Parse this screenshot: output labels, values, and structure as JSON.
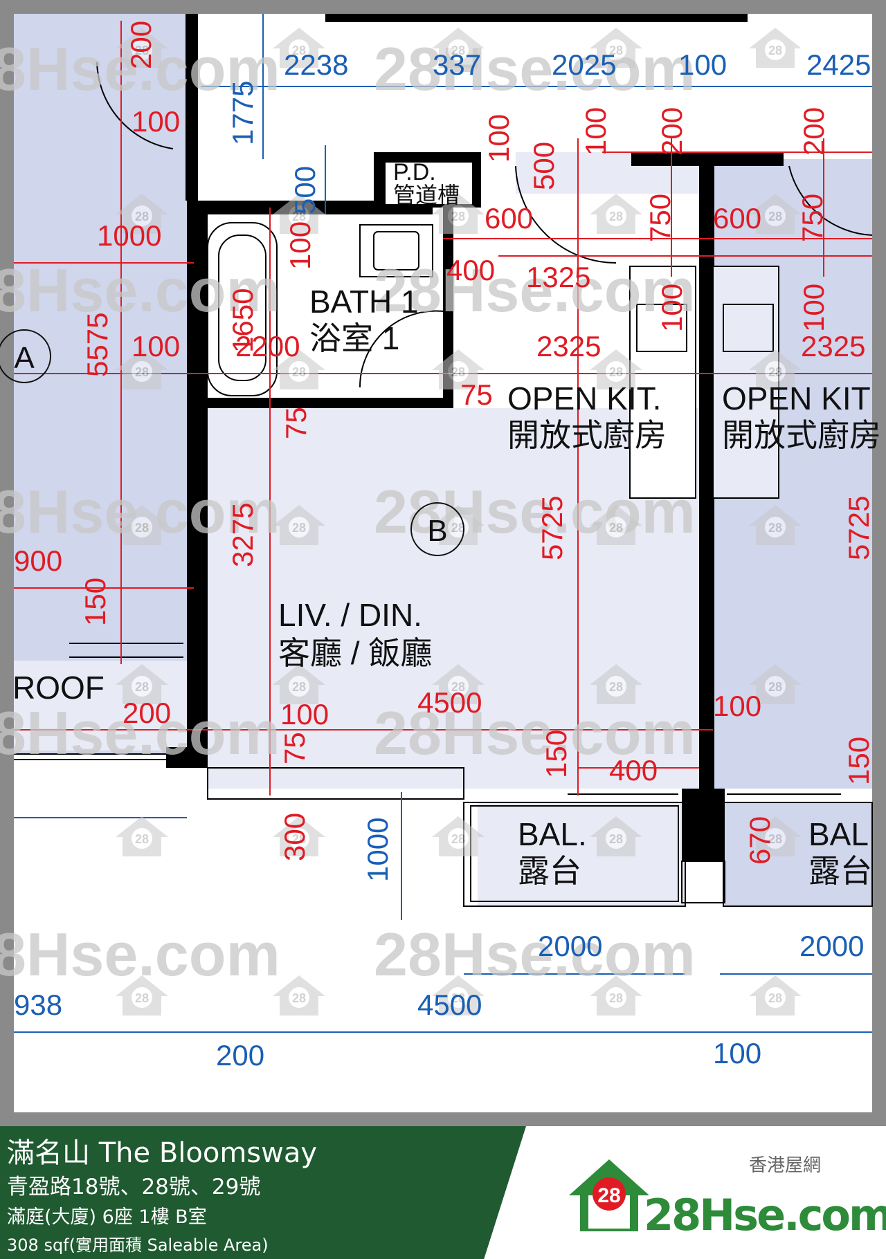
{
  "plan": {
    "colors": {
      "frame": "#8a8a8a",
      "paper": "#ffffff",
      "room_fill": "#e8eaf6",
      "neighbor_fill": "#d0d6ec",
      "wall": "#000000",
      "dim_red": "#e01b24",
      "dim_blue": "#1a5fb4",
      "watermark": "#c8c8c8"
    },
    "watermark_text": "28Hse.com",
    "watermark_icon": "28",
    "rooms": [
      {
        "id": "bath-1",
        "en": "BATH 1",
        "cn": "浴室 1"
      },
      {
        "id": "open-kit",
        "en": "OPEN KIT.",
        "cn": "開放式廚房"
      },
      {
        "id": "open-kit-right",
        "en": "OPEN KIT",
        "cn": "開放式廚房"
      },
      {
        "id": "liv-din",
        "en": "LIV. / DIN.",
        "cn": "客廳 / 飯廳"
      },
      {
        "id": "bal",
        "en": "BAL.",
        "cn": "露台"
      },
      {
        "id": "bal-right",
        "en": "BAL",
        "cn": "露台"
      },
      {
        "id": "pd",
        "en": "P.D.",
        "cn": "管道槽"
      },
      {
        "id": "roof",
        "en": "ROOF",
        "cn": ""
      }
    ],
    "unit_markers": [
      "A",
      "B"
    ],
    "red_dims": [
      "200",
      "100",
      "1000",
      "5575",
      "100",
      "1650",
      "2200",
      "100",
      "75",
      "3275",
      "900",
      "150",
      "200",
      "4500",
      "75",
      "300",
      "500",
      "100",
      "600",
      "400",
      "1325",
      "100",
      "750",
      "600",
      "750",
      "2325",
      "100",
      "200",
      "2325",
      "100",
      "200",
      "100",
      "75",
      "5725",
      "100",
      "150",
      "400",
      "5725",
      "150",
      "670"
    ],
    "blue_dims": [
      "2238",
      "337",
      "2025",
      "100",
      "2425",
      "1775",
      "500",
      "1000",
      "2000",
      "2000",
      "4500",
      "938",
      "200",
      "100"
    ]
  },
  "footer": {
    "title": "滿名山 The Bloomsway",
    "address": "青盈路18號、28號、29號",
    "unit": "滿庭(大廈) 6座 1樓 B室",
    "area": "308 sqf(實用面積 Saleable Area)",
    "brand_cn": "香港屋網",
    "brand_logo_text": "28Hse.com",
    "brand_badge": "28"
  }
}
